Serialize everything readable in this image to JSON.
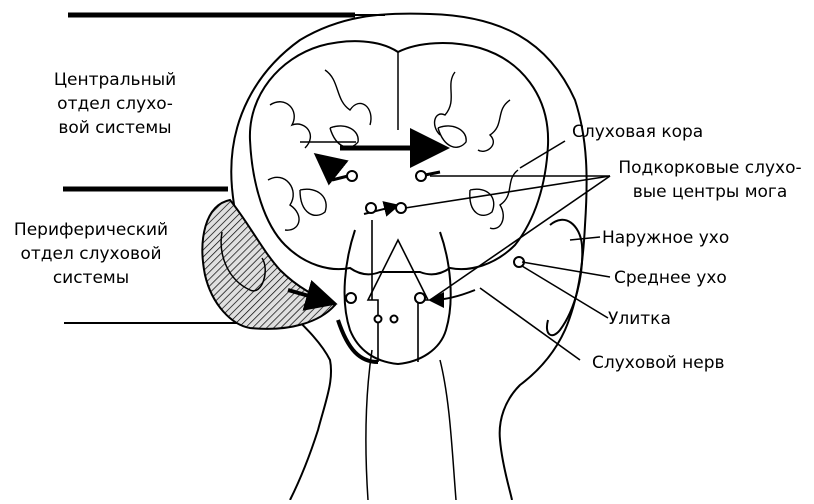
{
  "labels": {
    "central": [
      "Центральный",
      "отдел слухо-",
      "вой системы"
    ],
    "peripheral": [
      "Периферический",
      "отдел слуховой",
      "системы"
    ],
    "auditory_cortex": "Слуховая кора",
    "subcortical": [
      "Подкорковые слухо-",
      "вые центры мога"
    ],
    "outer_ear": "Наружное ухо",
    "middle_ear": "Среднее ухо",
    "cochlea": "Улитка",
    "auditory_nerve": "Слуховой нерв"
  },
  "colors": {
    "ink": "#000000",
    "paper": "#ffffff",
    "hatch_bg": "#d9d9d9"
  }
}
